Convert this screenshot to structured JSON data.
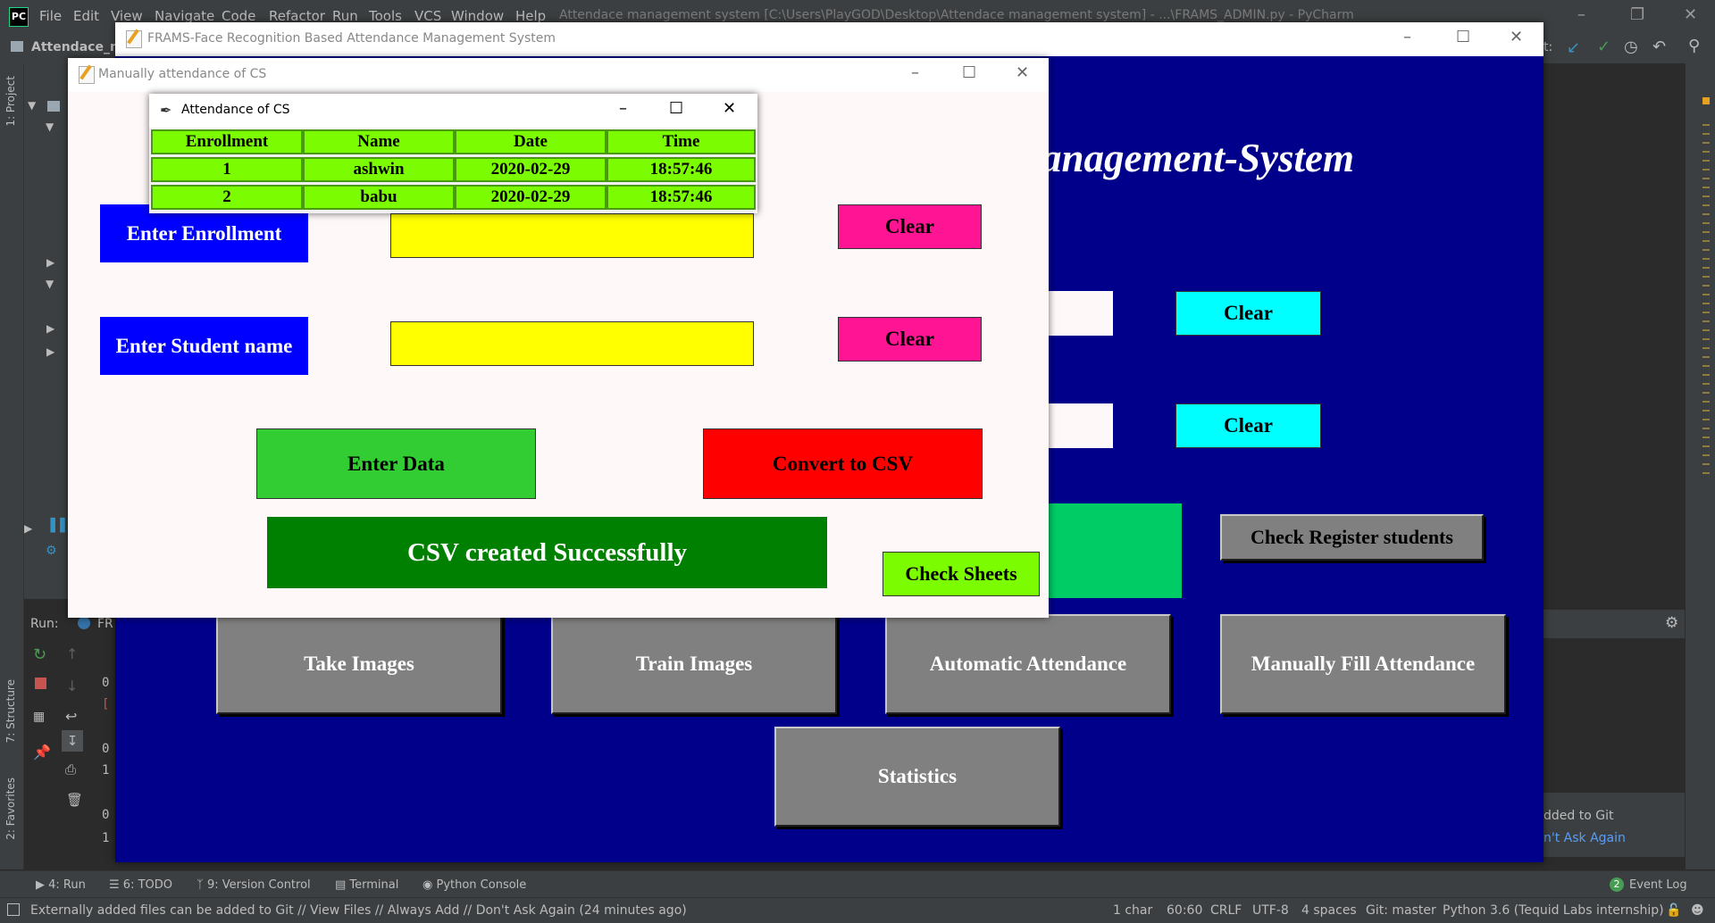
{
  "ide": {
    "menu": [
      "File",
      "Edit",
      "View",
      "Navigate",
      "Code",
      "Refactor",
      "Run",
      "Tools",
      "VCS",
      "Window",
      "Help"
    ],
    "title": "Attendace management system [C:\\Users\\PlayGOD\\Desktop\\Attendace management system] - ...\\FRAMS_ADMIN.py - PyCharm",
    "project_tab": "Attendace_m",
    "project_sidebar": "1: Project",
    "structure_sidebar": "7: Structure",
    "favorites_sidebar": "2: Favorites",
    "run_label": "Run:",
    "run_config": "FR",
    "console_lines": [
      "0",
      "[",
      "0",
      "1",
      "0",
      "1"
    ],
    "right_text": "t:",
    "balloon": {
      "line1": "dded to Git",
      "line2": "n't Ask Again"
    },
    "tool_windows": [
      "4: Run",
      "6: TODO",
      "9: Version Control",
      "Terminal",
      "Python Console"
    ],
    "event_log": "Event Log",
    "event_count": "2",
    "status": {
      "message": "Externally added files can be added to Git // View Files // Always Add // Don't Ask Again (24 minutes ago)",
      "chars": "1 char",
      "position": "60:60",
      "line_sep": "CRLF",
      "encoding": "UTF-8",
      "indent": "4 spaces",
      "git": "Git: master",
      "interpreter": "Python 3.6 (Tequid Labs internship)"
    }
  },
  "main_window": {
    "title": "FRAMS-Face Recognition Based Attendance Management System",
    "heading": "anagement-System",
    "clear1": "Clear",
    "clear2": "Clear",
    "check_register": "Check Register students",
    "buttons": [
      "Take Images",
      "Train Images",
      "Automatic Attendance",
      "Manually Fill Attendance",
      "Statistics"
    ]
  },
  "manual_window": {
    "title": "Manually attendance of CS",
    "enrollment_label": "Enter Enrollment",
    "student_label": "Enter Student name",
    "enrollment_value": "",
    "student_value": "",
    "clear1": "Clear",
    "clear2": "Clear",
    "enter_data": "Enter Data",
    "convert_csv": "Convert to CSV",
    "status_msg": "CSV created Successfully",
    "check_sheets": "Check Sheets"
  },
  "attendance_window": {
    "title": "Attendance of CS",
    "headers": [
      "Enrollment",
      "Name",
      "Date",
      "Time"
    ],
    "rows": [
      [
        "1",
        "ashwin",
        "2020-02-29",
        "18:57:46"
      ],
      [
        "2",
        "babu",
        "2020-02-29",
        "18:57:46"
      ]
    ]
  },
  "colors": {
    "main_bg": "#00008b",
    "label_blue": "#0000ff",
    "entry_yellow": "#ffff00",
    "clear_pink": "#ff1493",
    "clear_cyan": "#00ffff",
    "enter_green": "#32cd32",
    "convert_red": "#ff0000",
    "status_green": "#008000",
    "check_lime": "#7cfc00"
  }
}
